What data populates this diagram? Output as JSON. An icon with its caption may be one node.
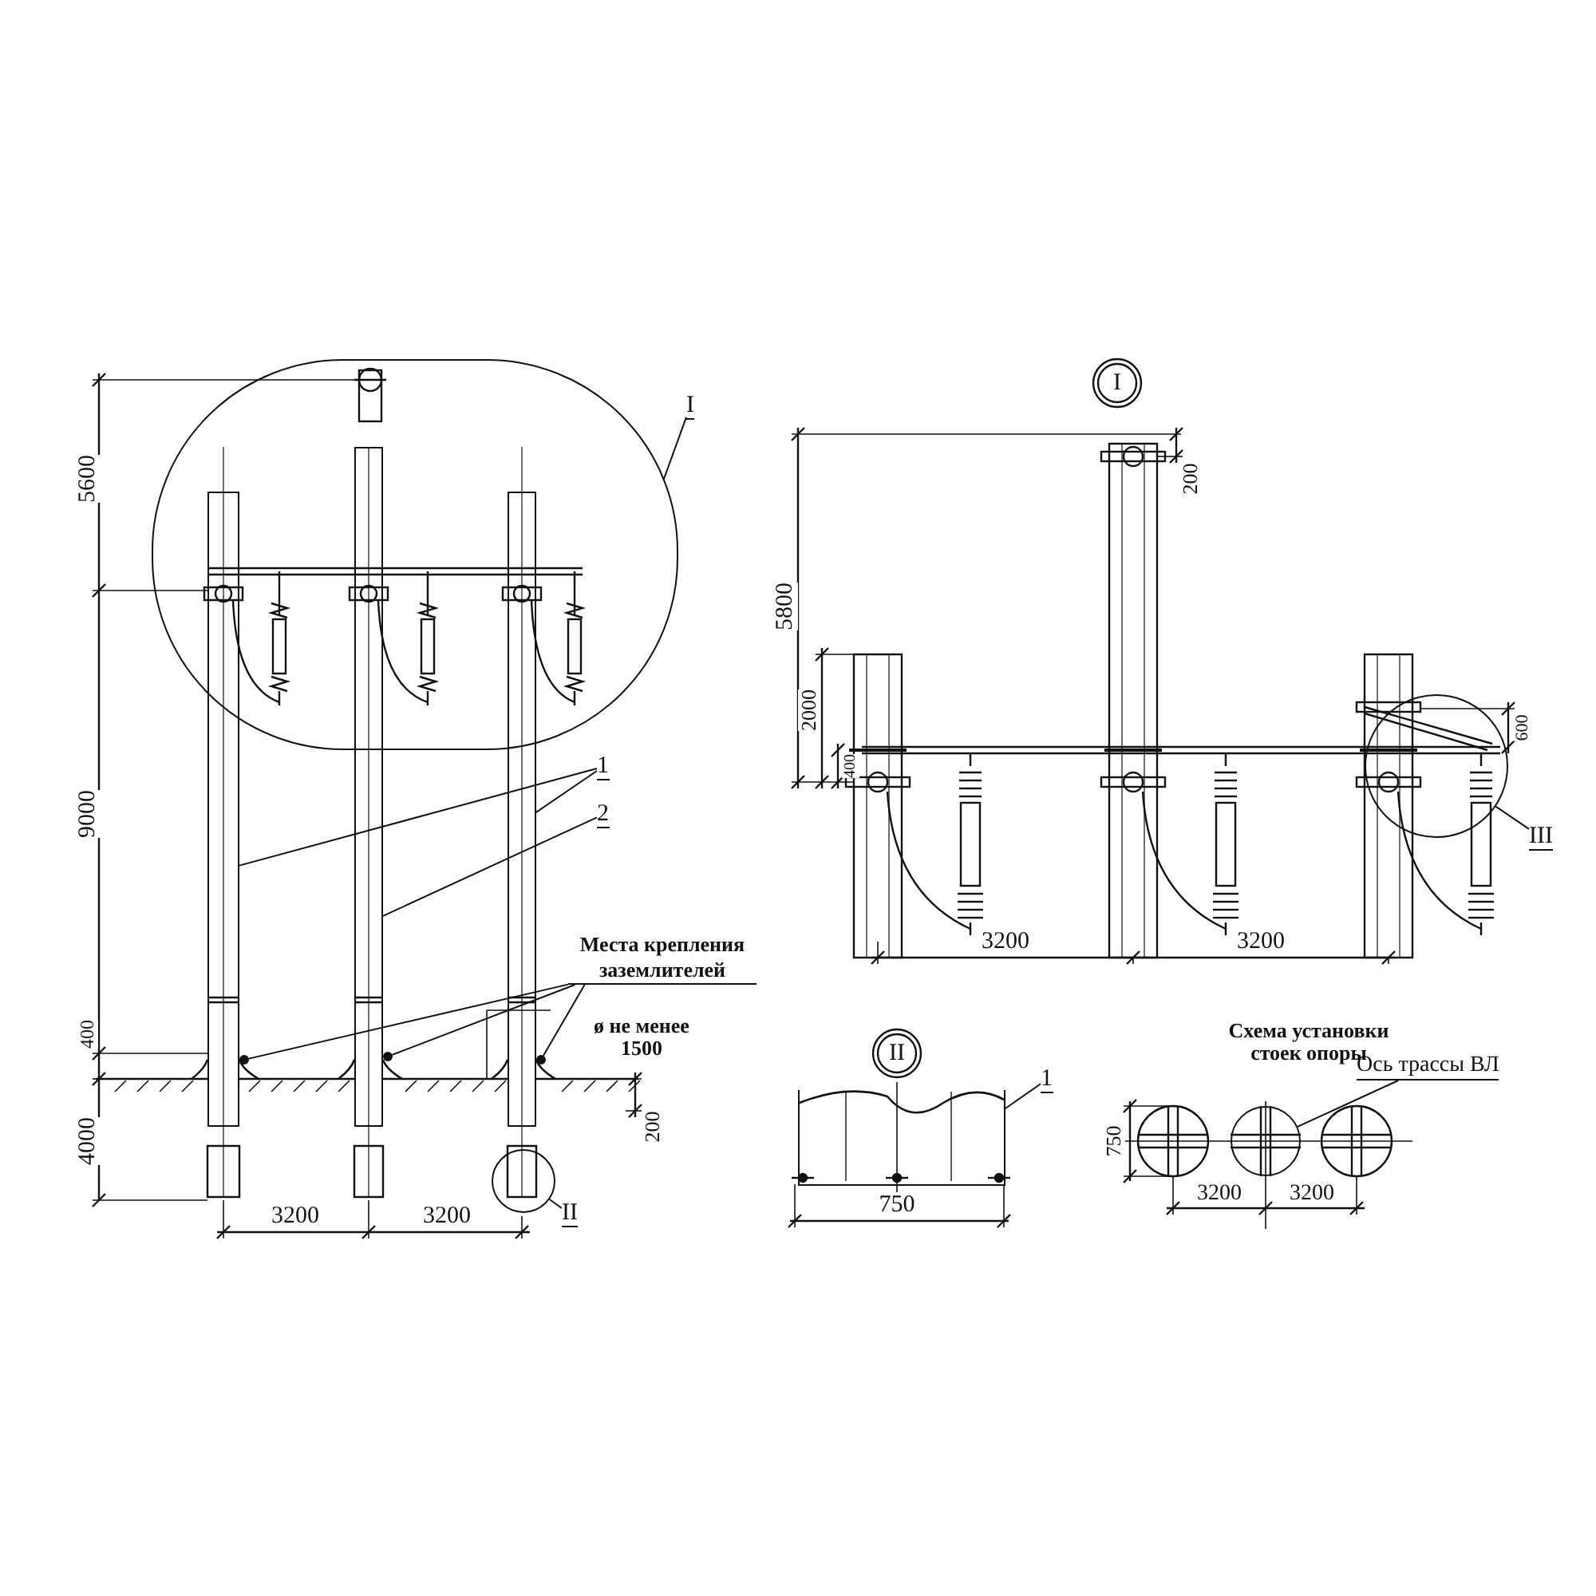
{
  "diagram": {
    "nodes": [
      {
        "text": [
          "1"
        ]
      },
      {
        "text": [],
        "shape": "bar"
      },
      {
        "text": [],
        "shape": "bar"
      },
      {
        "text": [],
        "shape": "bar"
      },
      {
        "text": [
          "2"
        ]
      },
      {
        "text": [
          "Места крепления заземлителей"
        ]
      },
      {
        "text": [],
        "shape": "circle"
      },
      {
        "text": [],
        "shape": "circle"
      },
      {
        "text": [],
        "shape": "circle"
      },
      {
        "text": [
          "I"
        ]
      },
      {
        "text": [],
        "shape": "ellipse"
      },
      {
        "text": [
          "II"
        ]
      },
      {
        "text": [],
        "shape": "circle"
      },
      {
        "text": [
          "III"
        ]
      },
      {
        "text": [],
        "shape": "circle"
      },
      {
        "text": [
          "1"
        ]
      },
      {
        "text": [],
        "shape": "box"
      },
      {
        "text": [
          "Ось трассы ВЛ"
        ]
      },
      {
        "text": [],
        "shape": "circle"
      }
    ],
    "edges": [
      {
        "from": 0,
        "to": 1,
        "arrow": "none"
      },
      {
        "from": 0,
        "to": 3,
        "arrow": "none"
      },
      {
        "from": 4,
        "to": 2,
        "arrow": "none"
      },
      {
        "from": 5,
        "to": 6,
        "arrow": "none"
      },
      {
        "from": 5,
        "to": 7,
        "arrow": "none"
      },
      {
        "from": 5,
        "to": 8,
        "arrow": "none"
      },
      {
        "from": 9,
        "to": 10,
        "arrow": "none"
      },
      {
        "from": 11,
        "to": 12,
        "arrow": "none"
      },
      {
        "from": 13,
        "to": 14,
        "arrow": "none"
      },
      {
        "from": 15,
        "to": 16,
        "arrow": "none"
      },
      {
        "from": 17,
        "to": 18,
        "arrow": "none"
      }
    ],
    "labels": [
      "5600",
      "9000",
      "400",
      "4000",
      "200",
      "3200",
      "3200",
      "ø не менее 1500",
      "I",
      "5800",
      "200",
      "2000",
      "400",
      "600",
      "3200",
      "3200",
      "II",
      "750",
      "Схема установки стоек опоры",
      "750",
      "3200",
      "3200"
    ]
  }
}
